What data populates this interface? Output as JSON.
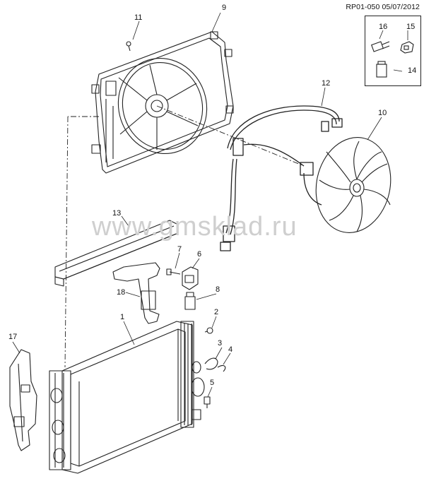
{
  "document_id": "RP01-050 05/07/2012",
  "watermark": "www.gmsklad.ru",
  "callouts": {
    "c1": "1",
    "c2": "2",
    "c3": "3",
    "c4": "4",
    "c5": "5",
    "c6": "6",
    "c7": "7",
    "c8": "8",
    "c9": "9",
    "c10": "10",
    "c11": "11",
    "c12": "12",
    "c13": "13",
    "c14": "14",
    "c15": "15",
    "c16": "16",
    "c17": "17",
    "c18": "18"
  },
  "colors": {
    "line": "#222222",
    "watermark": "#cfcfcf",
    "background": "#ffffff"
  }
}
